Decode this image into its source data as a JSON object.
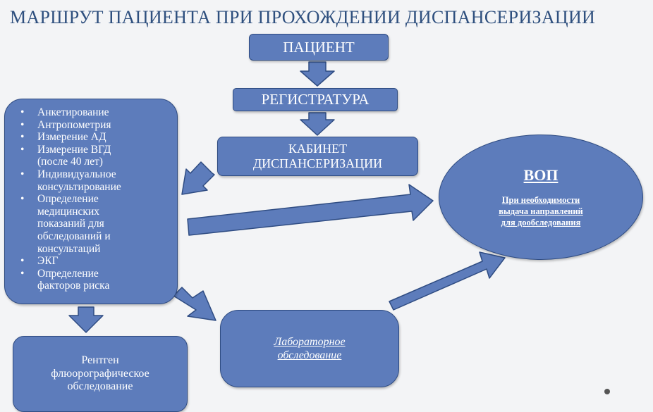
{
  "title": "МАРШРУТ ПАЦИЕНТА ПРИ ПРОХОЖДЕНИИ ДИСПАНСЕРИЗАЦИИ",
  "nodes": {
    "patient": "ПАЦИЕНТ",
    "registry": "РЕГИСТРАТУРА",
    "cabinet": {
      "line1": "КАБИНЕТ",
      "line2": "ДИСПАНСЕРИЗАЦИИ"
    },
    "xray": {
      "line1": "Рентген",
      "line2": "флюорографическое",
      "line3": "обследование"
    },
    "lab": {
      "line1": "Лабораторное",
      "line2": "обследование"
    },
    "vop": {
      "title": "ВОП",
      "line1": "При необходимости",
      "line2": "выдача направлений",
      "line3": "для дообследования"
    }
  },
  "procedures": [
    "Анкетирование",
    "Антропометрия",
    "Измерение АД",
    "Измерение ВГД (после 40 лет)",
    "Индивидуальное консультирование",
    "Определение медицинских показаний для обследований и консультаций",
    "ЭКГ",
    "Определение факторов риска"
  ],
  "colors": {
    "box_fill": "#5d7cbb",
    "box_border": "#2f4c82",
    "title": "#2e4f7e",
    "background": "#f3f4f6"
  }
}
